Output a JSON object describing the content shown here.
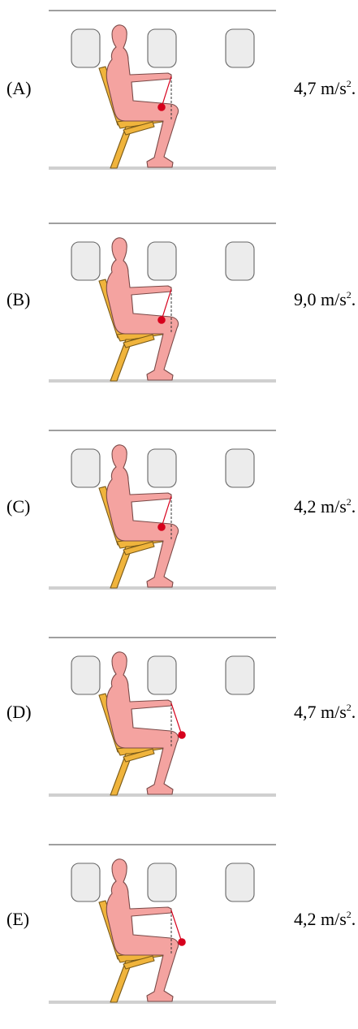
{
  "options": [
    {
      "label": "(A)",
      "value": "4,7 m/s",
      "exponent": "2",
      "suffix": ".",
      "pendulum": "behind"
    },
    {
      "label": "(B)",
      "value": "9,0 m/s",
      "exponent": "2",
      "suffix": ".",
      "pendulum": "behind"
    },
    {
      "label": "(C)",
      "value": "4,2 m/s",
      "exponent": "2",
      "suffix": ".",
      "pendulum": "behind"
    },
    {
      "label": "(D)",
      "value": "4,7 m/s",
      "exponent": "2",
      "suffix": ".",
      "pendulum": "forward"
    },
    {
      "label": "(E)",
      "value": "4,2 m/s",
      "exponent": "2",
      "suffix": ".",
      "pendulum": "forward"
    }
  ],
  "colors": {
    "body": "#f4a3a0",
    "body_outline": "#7a4a48",
    "seat": "#f0b43c",
    "seat_outline": "#7a5a18",
    "window_fill": "#ececec",
    "window_outline": "#666666",
    "floor": "#d0d0d0",
    "ceiling": "#666666",
    "pendulum_bob": "#d6001c",
    "string": "#d6001c"
  },
  "icons": {
    "seat": "seat-icon",
    "person": "passenger-icon",
    "window": "window-icon",
    "pendulum": "pendulum-icon"
  }
}
